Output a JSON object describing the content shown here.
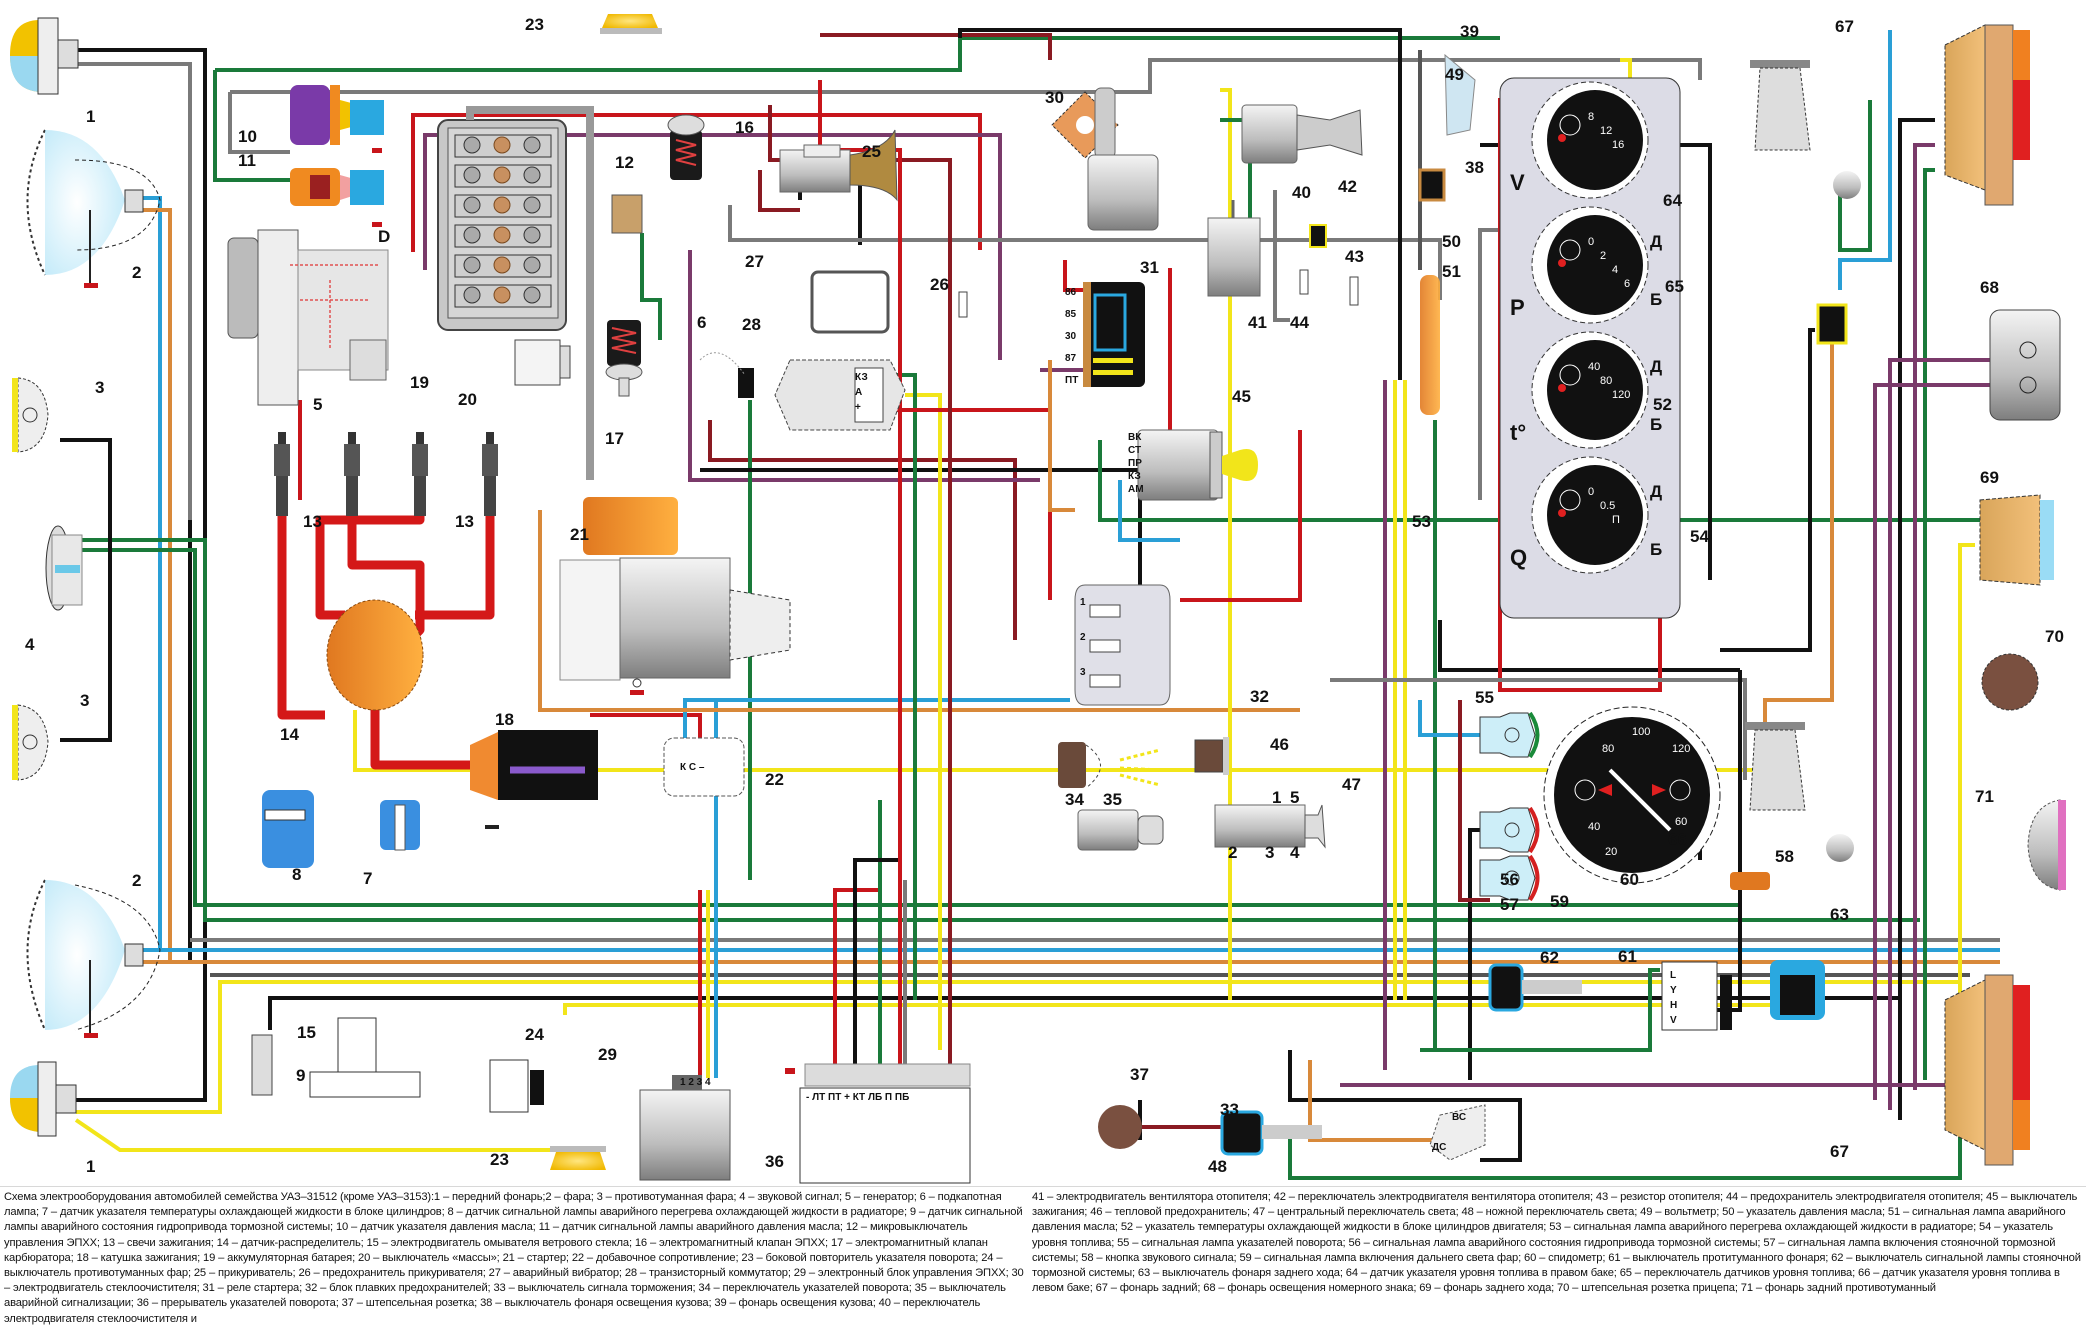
{
  "title": "Схема электрооборудования автомобилей семейства УАЗ–31512 (кроме УАЗ–3153)",
  "legend_left": "Схема электрооборудования автомобилей семейства УАЗ–31512 (кроме УАЗ–3153):1 – передний фонарь;2 – фара; 3 – противотуманная фара; 4 – звуковой сигнал; 5 – генератор; 6 – подкапотная лампа; 7 – датчик указателя температуры охлаждающей жидкости в блоке цилиндров; 8 – датчик сигнальной лампы аварийного перегрева охлаждающей жидкости в радиаторе; 9 – датчик сигнальной лампы аварийного состояния гидропривода тормозной системы; 10 – датчик указателя давления масла; 11 – датчик сигнальной лампы аварийного давления масла; 12 – микровыключатель управления ЭПХХ; 13 – свечи зажигания; 14 – датчик-распределитель; 15 – электродвигатель омывателя ветрового стекла; 16 – электромагнитный клапан ЭПХХ; 17 – электромагнитный клапан карбюратора; 18 – катушка зажигания; 19 – аккумуляторная батарея; 20 – выключатель «массы»; 21 – стартер; 22 – добавочное сопротивление; 23 – боковой повторитель указателя поворота; 24 – выключатель противотуманных фар; 25 – прикуриватель; 26 – предохранитель прикуривателя; 27 – аварийный вибратор; 28 – транзисторный коммутатор; 29 – электронный блок управления ЭПХХ; 30 – электродвигатель стеклоочистителя; 31 – реле стартера; 32 – блок плавких предохранителей; 33 – выключатель сигнала торможения; 34 – переключатель указателей поворота; 35 – выключатель аварийной сигнализации; 36 – прерыватель указателей поворота; 37 – штепсельная розетка; 38 – выключатель фонаря освещения кузова; 39 – фонарь освещения кузова; 40 – переключатель электродвигателя стеклоочистителя и",
  "legend_right": "41 – электродвигатель вентилятора отопителя; 42 – переключатель электродвигателя вентилятора отопителя; 43 – резистор отопителя; 44 – предохранитель электродвигателя отопителя; 45 – выключатель зажигания; 46 – тепловой предохранитель; 47 – центральный переключатель света; 48 – ножной переключатель света; 49 – вольтметр; 50 – указатель давления масла; 51 – сигнальная лампа аварийного давления масла; 52 – указатель температуры охлаждающей жидкости в блоке цилиндров двигателя; 53 – сигнальная лампа аварийного перегрева охлаждающей жидкости в радиаторе; 54 – указатель уровня топлива; 55 – сигнальная лампа указателей поворота; 56 – сигнальная лампа аварийного состояния гидропривода тормозной системы; 57 – сигнальная лампа включения стояночной тормозной системы; 58 – кнопка звукового сигнала; 59 – сигнальная лампа включения дальнего света фар; 60 – спидометр; 61 – выключатель протитуманного фонаря; 62 – выключатель сигнальной лампы стояночной тормозной системы; 63 – выключатель фонаря заднего хода; 64 – датчик указателя уровня топлива в правом баке; 65 – переключатель датчиков уровня топлива; 66 – датчик указателя уровня топлива в левом баке; 67 – фонарь задний; 68 – фонарь освещения номерного знака; 69 – фонарь заднего хода; 70 – штепсельная розетка прицепа; 71 – фонарь задний противотуманный",
  "components": [
    {
      "n": "1",
      "name": "front-lamp"
    },
    {
      "n": "2",
      "name": "headlamp"
    },
    {
      "n": "3",
      "name": "fog-lamp"
    },
    {
      "n": "4",
      "name": "horn"
    },
    {
      "n": "5",
      "name": "generator"
    },
    {
      "n": "6",
      "name": "underhood-lamp"
    },
    {
      "n": "7",
      "name": "coolant-temp-sensor"
    },
    {
      "n": "8",
      "name": "overheat-sensor"
    },
    {
      "n": "9",
      "name": "brake-fluid-sensor"
    },
    {
      "n": "10",
      "name": "oil-pressure-sensor"
    },
    {
      "n": "11",
      "name": "oil-pressure-warning-sensor"
    },
    {
      "n": "12",
      "name": "epxx-microswitch"
    },
    {
      "n": "13",
      "name": "spark-plugs"
    },
    {
      "n": "14",
      "name": "distributor"
    },
    {
      "n": "15",
      "name": "washer-motor"
    },
    {
      "n": "16",
      "name": "epxx-valve"
    },
    {
      "n": "17",
      "name": "carburetor-valve"
    },
    {
      "n": "18",
      "name": "ignition-coil"
    },
    {
      "n": "19",
      "name": "battery"
    },
    {
      "n": "20",
      "name": "ground-switch"
    },
    {
      "n": "21",
      "name": "starter"
    },
    {
      "n": "22",
      "name": "ballast-resistor"
    },
    {
      "n": "23",
      "name": "side-repeater"
    },
    {
      "n": "24",
      "name": "fog-lamp-switch"
    },
    {
      "n": "25",
      "name": "cigarette-lighter"
    },
    {
      "n": "26",
      "name": "lighter-fuse"
    },
    {
      "n": "27",
      "name": "emergency-vibrator"
    },
    {
      "n": "28",
      "name": "transistor-switch"
    },
    {
      "n": "29",
      "name": "epxx-control-unit"
    },
    {
      "n": "30",
      "name": "wiper-motor"
    },
    {
      "n": "31",
      "name": "starter-relay"
    },
    {
      "n": "32",
      "name": "fuse-block"
    },
    {
      "n": "33",
      "name": "brake-light-switch"
    },
    {
      "n": "34",
      "name": "turn-signal-switch"
    },
    {
      "n": "35",
      "name": "hazard-switch"
    },
    {
      "n": "36",
      "name": "turn-signal-flasher"
    },
    {
      "n": "37",
      "name": "socket"
    },
    {
      "n": "38",
      "name": "body-lamp-switch"
    },
    {
      "n": "39",
      "name": "body-lamp"
    },
    {
      "n": "40",
      "name": "wiper-switch"
    },
    {
      "n": "41",
      "name": "heater-fan-motor"
    },
    {
      "n": "42",
      "name": "heater-fan-switch"
    },
    {
      "n": "43",
      "name": "heater-resistor"
    },
    {
      "n": "44",
      "name": "heater-fuse"
    },
    {
      "n": "45",
      "name": "ignition-switch"
    },
    {
      "n": "46",
      "name": "thermal-fuse"
    },
    {
      "n": "47",
      "name": "light-switch"
    },
    {
      "n": "48",
      "name": "foot-dimmer-switch"
    },
    {
      "n": "49",
      "name": "voltmeter"
    },
    {
      "n": "50",
      "name": "oil-pressure-gauge"
    },
    {
      "n": "51",
      "name": "oil-pressure-warning-lamp"
    },
    {
      "n": "52",
      "name": "coolant-temp-gauge"
    },
    {
      "n": "53",
      "name": "overheat-warning-lamp"
    },
    {
      "n": "54",
      "name": "fuel-gauge"
    },
    {
      "n": "55",
      "name": "turn-indicator-lamp"
    },
    {
      "n": "56",
      "name": "brake-warning-lamp"
    },
    {
      "n": "57",
      "name": "parking-brake-lamp"
    },
    {
      "n": "58",
      "name": "horn-button"
    },
    {
      "n": "59",
      "name": "high-beam-lamp"
    },
    {
      "n": "60",
      "name": "speedometer"
    },
    {
      "n": "61",
      "name": "rear-fog-switch"
    },
    {
      "n": "62",
      "name": "parking-brake-switch"
    },
    {
      "n": "63",
      "name": "reverse-switch"
    },
    {
      "n": "64",
      "name": "right-tank-sensor"
    },
    {
      "n": "65",
      "name": "tank-selector"
    },
    {
      "n": "66",
      "name": "left-tank-sensor"
    },
    {
      "n": "67",
      "name": "rear-lamp"
    },
    {
      "n": "68",
      "name": "plate-lamp"
    },
    {
      "n": "69",
      "name": "reverse-lamp"
    },
    {
      "n": "70",
      "name": "trailer-socket"
    },
    {
      "n": "71",
      "name": "rear-fog-lamp"
    }
  ],
  "terminals": {
    "generator_d": "D",
    "relay31": [
      "86",
      "85",
      "30",
      "87",
      "ПТ"
    ],
    "ignition45": [
      "ВК",
      "СТ",
      "ПР",
      "КЗ",
      "АМ"
    ],
    "commutator28": [
      "КЗ",
      "А",
      "+"
    ],
    "ballast22": "К  С  –",
    "fuse32": [
      "1",
      "2",
      "3"
    ],
    "flasher36": "- ЛТ ПТ + КТ ЛБ П ПБ",
    "ecu29": "1 2 3 4",
    "switch47": [
      "1",
      "5",
      "2",
      "3",
      "4"
    ],
    "switch48": [
      "ВС",
      "ДС"
    ],
    "switch61": [
      "L",
      "Y",
      "H",
      "V"
    ]
  },
  "gauges": {
    "voltmeter": {
      "letter": "V",
      "scale": [
        "8",
        "12",
        "16"
      ]
    },
    "oil": {
      "letter": "P",
      "scale": [
        "0",
        "2",
        "4",
        "6"
      ],
      "marks": [
        "Д",
        "Б"
      ]
    },
    "temp": {
      "letter": "t°",
      "scale": [
        "40",
        "80",
        "120"
      ],
      "marks": [
        "Д",
        "Б"
      ]
    },
    "fuel": {
      "letter": "Q",
      "scale": [
        "0",
        "0.5",
        "П"
      ],
      "marks": [
        "Д",
        "Б"
      ]
    },
    "speedometer": {
      "scale": [
        "20",
        "40",
        "60",
        "80",
        "100",
        "120"
      ]
    }
  },
  "colors": {
    "red": "#c8151b",
    "darkred": "#8a1a22",
    "green": "#1a7a3a",
    "teal": "#2aa08a",
    "blue": "#2a9fd6",
    "yellow": "#f2e51a",
    "orange": "#d8893a",
    "black": "#111111",
    "gray": "#7a7a7a",
    "purple": "#7a3a6a",
    "lightgray": "#bbbbbb"
  }
}
